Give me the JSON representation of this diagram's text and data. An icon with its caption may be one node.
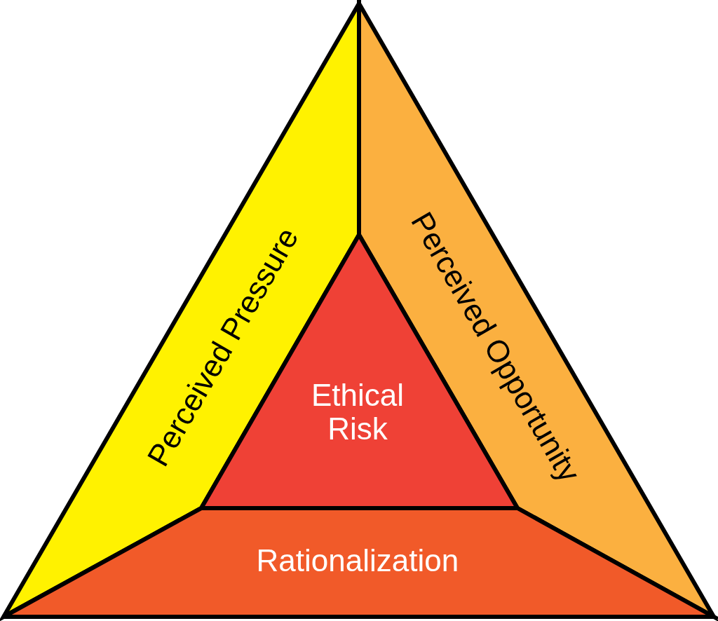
{
  "diagram": {
    "nodes": [
      {
        "text": [
          "Perceived Pressure"
        ]
      },
      {
        "text": [
          "Perceived Opportunity"
        ]
      },
      {
        "text": [
          "Ethical Risk"
        ]
      },
      {
        "text": [
          "Rationalization"
        ]
      }
    ]
  }
}
